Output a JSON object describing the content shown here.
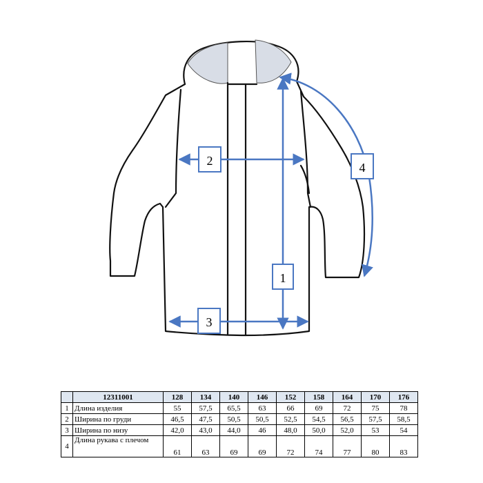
{
  "diagram": {
    "labels": {
      "m1": "1",
      "m2": "2",
      "m3": "3",
      "m4": "4"
    },
    "colors": {
      "arrow": "#4a77c2",
      "outline": "#111111",
      "hood_shade": "#d8dde6"
    }
  },
  "table": {
    "model": "12311001",
    "sizes": [
      "128",
      "134",
      "140",
      "146",
      "152",
      "158",
      "164",
      "170",
      "176"
    ],
    "rows": [
      {
        "num": "1",
        "label": "Длина изделия",
        "values": [
          "55",
          "57,5",
          "65,5",
          "63",
          "66",
          "69",
          "72",
          "75",
          "78"
        ]
      },
      {
        "num": "2",
        "label": "Ширина по груди",
        "values": [
          "46,5",
          "47,5",
          "50,5",
          "50,5",
          "52,5",
          "54,5",
          "56,5",
          "57,5",
          "58,5"
        ]
      },
      {
        "num": "3",
        "label": "Ширина по низу",
        "values": [
          "42,0",
          "43,0",
          "44,0",
          "46",
          "48,0",
          "50,0",
          "52,0",
          "53",
          "54"
        ]
      },
      {
        "num": "4",
        "label": "Длина рукава с плечом",
        "values": [
          "61",
          "63",
          "69",
          "69",
          "72",
          "74",
          "77",
          "80",
          "83"
        ]
      }
    ]
  }
}
